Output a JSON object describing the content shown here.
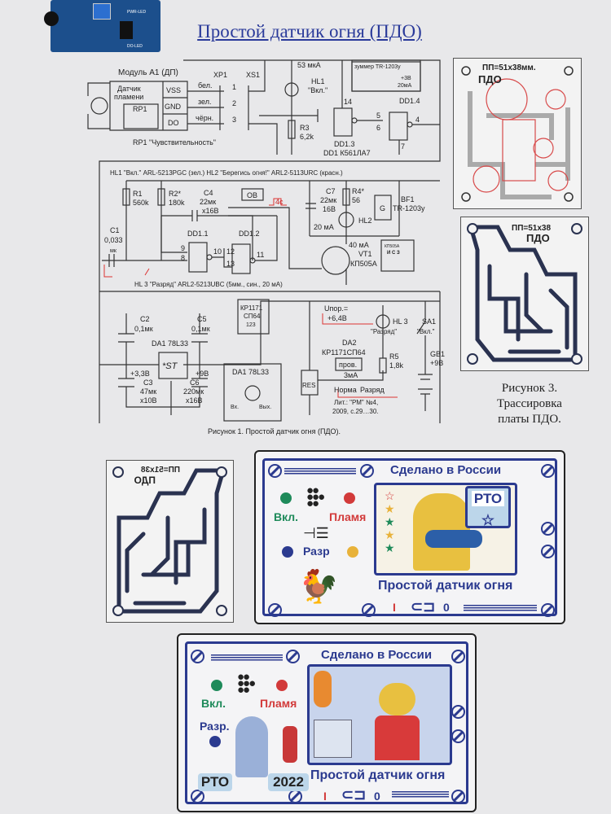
{
  "title": "Простой датчик огня (ПДО)",
  "module_photo": {
    "labels": [
      "PWR-LED",
      "DO-LED"
    ]
  },
  "schematic": {
    "caption": "Рисунок 1.  Простой датчик огня (ПДО).",
    "labels": [
      "Модуль А1  (ДП)",
      "Датчик",
      "пламени",
      "VSS",
      "GND",
      "DO",
      "RP1",
      "бел.",
      "зел.",
      "чёрн.",
      "XP1",
      "XS1",
      "53 мкА",
      "HL1",
      "\"Вкл.\"",
      "R3",
      "6,2k",
      "DD1.3",
      "DD1  К561ЛА7",
      "DD1.4",
      "зуммер TR-1203у",
      "+3В",
      "20мА",
      "RP1 \"Чувствительность\"",
      "HL1 \"Вкл.\"  ARL-5213PGC (зел.)    HL2  \"Берегись огня!\"  ARL2-5113URC (красн.)",
      "R1",
      "560k",
      "R2*",
      "180k",
      "C4",
      "22мк",
      "x16В",
      "ОВ",
      "4с",
      "C7",
      "22мк",
      "16В",
      "R4*",
      "56",
      "BF1",
      "TR-1203у",
      "HL2",
      "20 мА",
      "C1",
      "0,033",
      "мк",
      "DD1.1",
      "DD1.2",
      "40 мА",
      "VT1",
      "КП505А",
      "КП505А",
      "И С З",
      "HL 3  \"Разряд\"  ARL2-5213UBC (5мм., син., 20 мА)",
      "C2",
      "0,1мк",
      "C5",
      "0,1мк",
      "КР1171",
      "СП64",
      "DA1  78L33",
      "*ST",
      "+3,3В",
      "+9В",
      "C3",
      "47мк",
      "x10В",
      "C6",
      "220мк",
      "x16В",
      "DA1  78L33",
      "Вх.",
      "Вых.",
      "Uпор.=",
      "+6,4В",
      "HL 3",
      "\"Разряд\"",
      "SA1",
      "\"Вкл.\"",
      "DA2",
      "КР1171СП64",
      "пров.",
      "R5",
      "1,8k",
      "GB1",
      "+9В",
      "RES",
      "3мА",
      "Норма",
      "Разряд",
      "Лит.: \"РМ\" №4,",
      "2009, с.29…30.",
      "1",
      "2",
      "3",
      "14",
      "5",
      "6",
      "4",
      "7",
      "9",
      "8",
      "10",
      "12",
      "13",
      "11",
      "G",
      "123"
    ]
  },
  "pcb": {
    "top_label": "ПП=51х38мм.",
    "top_sub": "ПДО",
    "bottom_label": "ПП=51х38",
    "bottom_sub": "ПДО",
    "mirrored_label": "ПП=51х38",
    "mirrored_sub": "ПДО",
    "caption_lines": [
      "Рисунок 3.",
      "Трассировка",
      "платы ПДО."
    ]
  },
  "panel1": {
    "made_in": "Сделано в России",
    "on_label": "Вкл.",
    "flame_label": "Пламя",
    "discharge_label": "Разр",
    "badge": "РТО",
    "product": "Простой датчик огня",
    "switch_on": "I",
    "switch_off": "0"
  },
  "panel2": {
    "made_in": "Сделано в России",
    "on_label": "Вкл.",
    "flame_label": "Пламя",
    "discharge_label": "Разр.",
    "badge": "РТО",
    "year": "2022",
    "product": "Простой датчик огня",
    "switch_on": "I",
    "switch_off": "0"
  },
  "colors": {
    "blue": "#2b3a8f",
    "green": "#1e8a5a",
    "red": "#d23a3a",
    "yellow": "#e8b23a",
    "pcb_dark": "#2a3250",
    "pcb_red": "#d84a4a"
  }
}
